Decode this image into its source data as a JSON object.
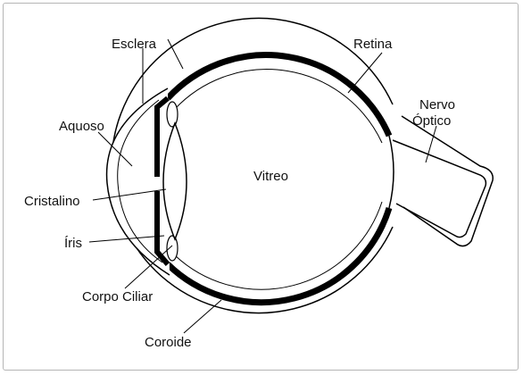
{
  "diagram": {
    "labels": {
      "esclera": "Esclera",
      "retina": "Retina",
      "aquoso": "Aquoso",
      "nervo_line1": "Nervo",
      "nervo_line2": "Óptico",
      "vitreo": "Vitreo",
      "cristalino": "Cristalino",
      "iris": "Íris",
      "corpo_ciliar": "Corpo Ciliar",
      "coroide": "Coroide"
    },
    "colors": {
      "line": "#000000",
      "fill": "#ffffff",
      "pigment": "#000000"
    }
  }
}
